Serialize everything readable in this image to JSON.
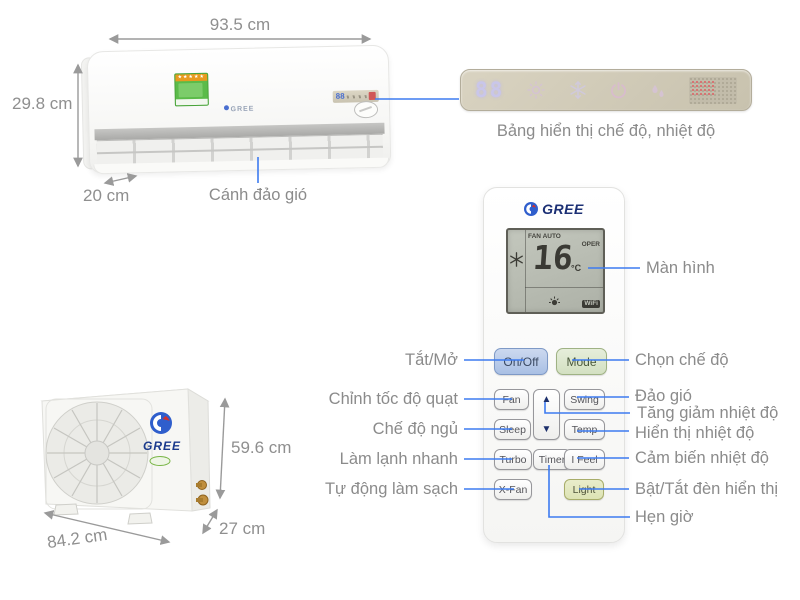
{
  "colors": {
    "callout_blue": "#3d7bf0",
    "label_gray": "#8b8b8b",
    "panel_beige": "#d0cab8",
    "brand_blue": "#1b3a8c",
    "button_blue": "#b9cbe9",
    "button_green": "#d9e3c6"
  },
  "indoor_unit": {
    "brand": "GREE",
    "width_label": "93.5 cm",
    "height_label": "29.8 cm",
    "depth_label": "20 cm",
    "louver_label": "Cánh đảo gió",
    "display_digits": "88"
  },
  "display_panel": {
    "caption": "Bảng hiển thị chế độ, nhiệt độ",
    "digits": "88",
    "icons": [
      "temperature-digits",
      "sun",
      "snowflake",
      "power",
      "humidity-drops",
      "dot-matrix"
    ]
  },
  "remote": {
    "brand": "GREE",
    "lcd": {
      "fan_mode": "FAN AUTO",
      "status": "OPER",
      "temperature": "16",
      "temp_unit": "°C",
      "wifi_badge": "WiFi"
    },
    "buttons": {
      "on_off": "On/Off",
      "mode": "Mode",
      "fan": "Fan",
      "swing": "Swing",
      "sleep": "Sleep",
      "temp": "Temp",
      "turbo": "Turbo",
      "timer": "Timer",
      "i_feel": "I Feel",
      "x_fan": "X-Fan",
      "light": "Light",
      "up": "▲",
      "down": "▼"
    }
  },
  "callouts": {
    "screen": "Màn hình",
    "left": [
      "Tắt/Mở",
      "Chỉnh tốc độ quạt",
      "Chế độ ngủ",
      "Làm lạnh nhanh",
      "Tự động làm sạch"
    ],
    "right": [
      "Chọn chế độ",
      "Đảo gió",
      "Tăng giảm nhiệt độ",
      "Hiển thị nhiệt độ",
      "Cảm biến nhiệt độ",
      "Bật/Tắt đèn hiển thị",
      "Hẹn giờ"
    ]
  },
  "outdoor_unit": {
    "brand": "GREE",
    "width_label": "84.2 cm",
    "height_label": "59.6 cm",
    "depth_label": "27 cm"
  }
}
